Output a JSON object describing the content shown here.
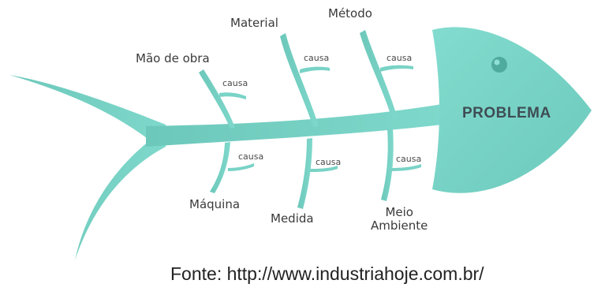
{
  "diagram": {
    "head_label": "PROBLEMA",
    "categories": {
      "mao_de_obra": "Mão de obra",
      "material": "Material",
      "metodo": "Método",
      "maquina": "Máquina",
      "medida": "Medida",
      "meio_ambiente_line1": "Meio",
      "meio_ambiente_line2": "Ambiente"
    },
    "cause_label": "causa",
    "colors": {
      "fish": "#79d3c6",
      "fish_dark": "#5fbcae",
      "eye": "#4aa395"
    }
  },
  "source": "Fonte: http://www.industriahoje.com.br/"
}
